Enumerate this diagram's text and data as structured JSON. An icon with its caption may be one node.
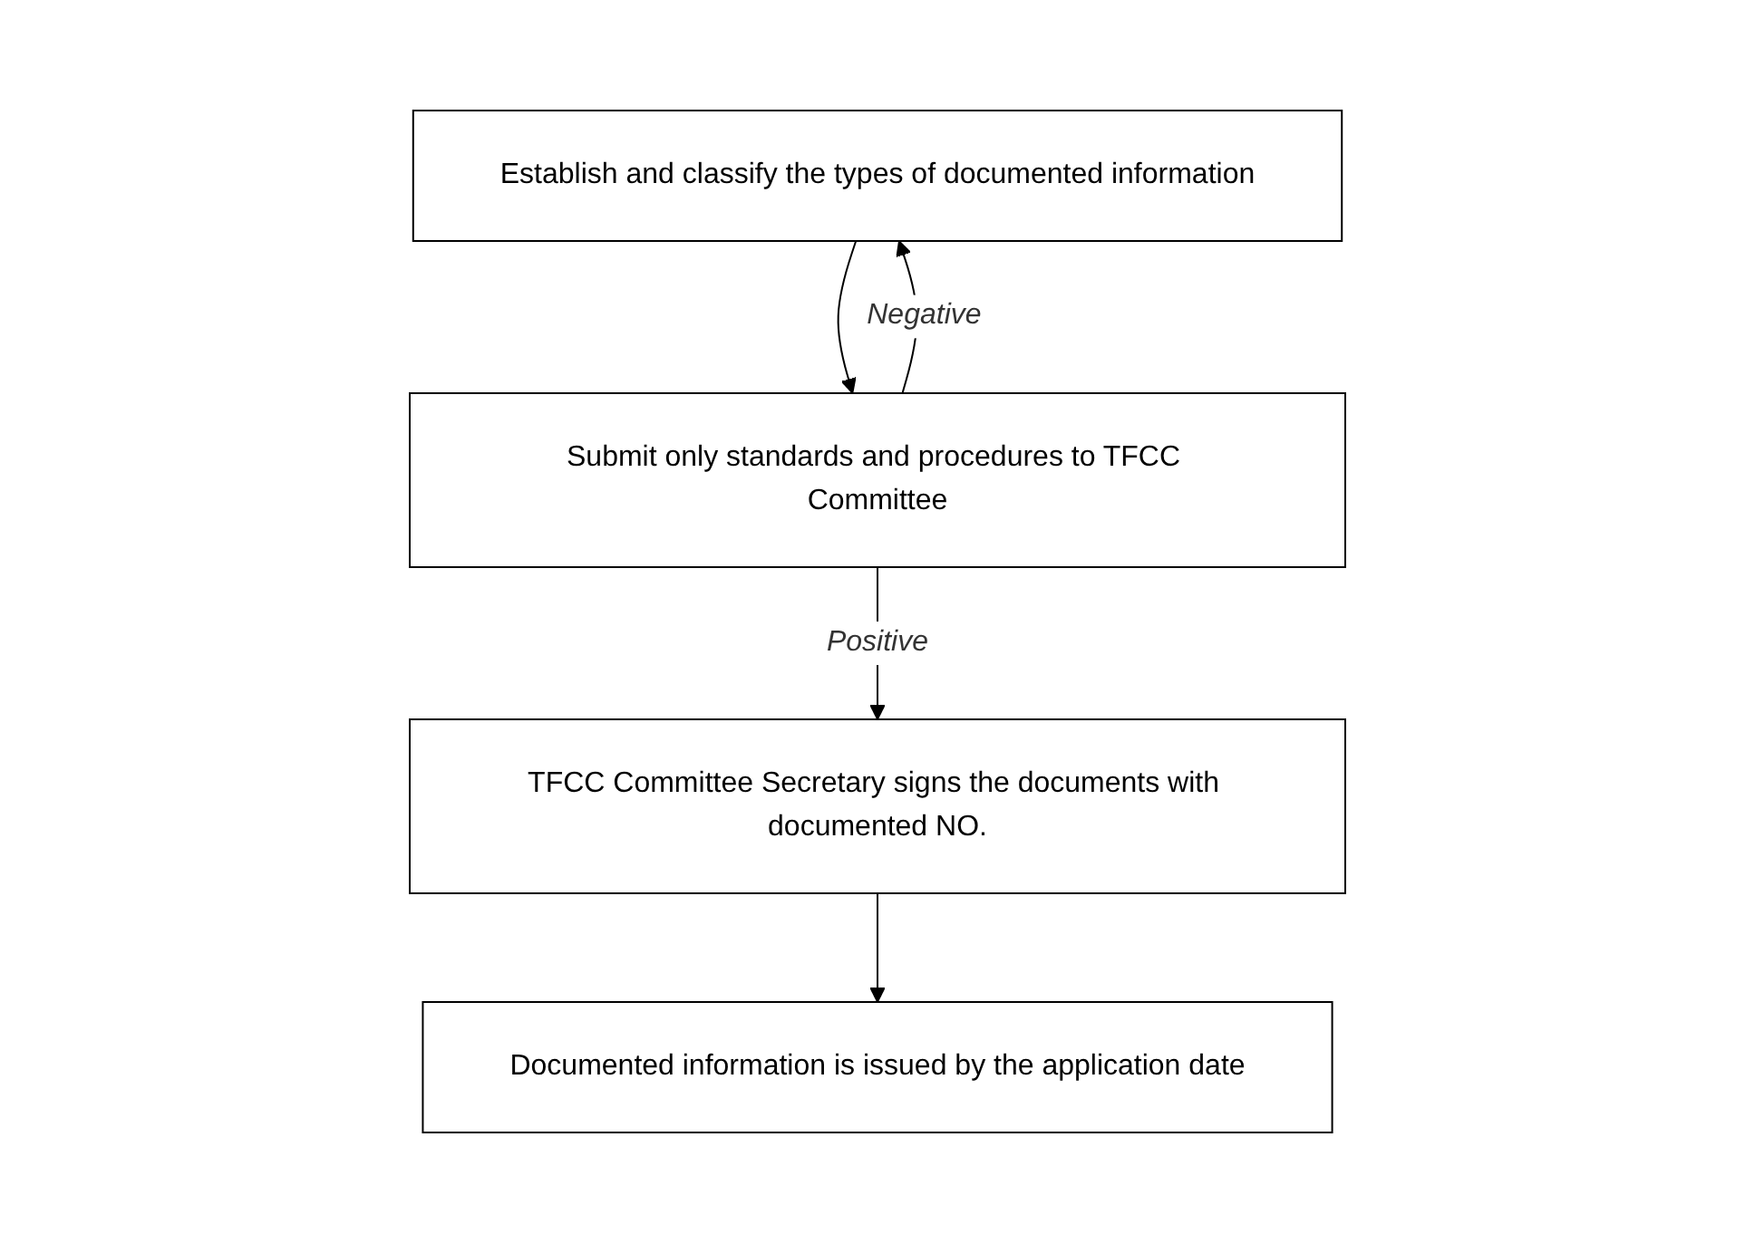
{
  "diagram": {
    "nodes": [
      {
        "text": [
          "Establish and classify the types of documented information"
        ]
      },
      {
        "text": [
          "Submit only standards and procedures to TFCC Committee"
        ]
      },
      {
        "text": [
          "TFCC Committee Secretary signs the documents with documented NO."
        ]
      },
      {
        "text": [
          "Documented information is issued by the application date"
        ]
      }
    ],
    "edges": [
      {
        "from": 0,
        "to": 1,
        "arrow": "to"
      },
      {
        "from": 1,
        "to": 2,
        "arrow": "to",
        "label": "Positive"
      },
      {
        "from": 2,
        "to": 3,
        "arrow": "to"
      },
      {
        "from": 1,
        "to": 0,
        "arrow": "to",
        "label": "Negative"
      }
    ]
  }
}
